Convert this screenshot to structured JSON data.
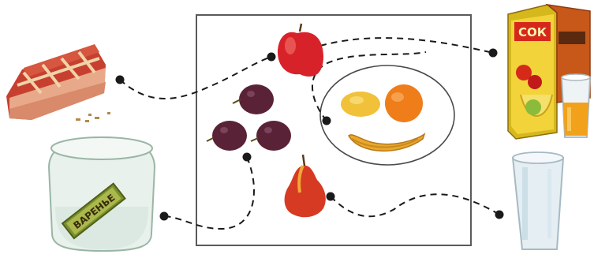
{
  "labels": {
    "jam_jar": "ВАРЕНЬЕ",
    "juice_box": "СОК"
  },
  "colors": {
    "apple": "#d8222a",
    "plum": "#5a2236",
    "orange": "#ef7d1a",
    "lemon": "#f1c13a",
    "banana": "#e9a82a",
    "pear": "#d63a22",
    "connector": "#1a1a1a",
    "frame": "#5a5a5a",
    "cup": "#c9dde6"
  },
  "items": {
    "left": [
      "pie-slice",
      "jam-jar"
    ],
    "center": [
      "apple",
      "plum",
      "plum",
      "plum",
      "lemon",
      "orange",
      "banana",
      "pear"
    ],
    "right": [
      "juice-box",
      "juice-glass",
      "empty-glass"
    ]
  }
}
